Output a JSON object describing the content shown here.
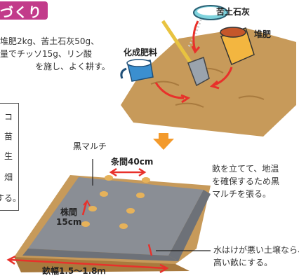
{
  "header": {
    "title_fragment": "づくり"
  },
  "intro": {
    "lines": [
      "堆肥2kg、苦土石灰50g、",
      "量でチッソ15g、リン酸",
      "を施し、よく耕す。"
    ]
  },
  "side_panel": {
    "chars": [
      "コ",
      "苗",
      "生",
      "畑",
      "する。"
    ]
  },
  "illustration_top": {
    "labels": {
      "lime": "苦土石灰",
      "compost": "堆肥",
      "fertilizer": "化成肥料"
    }
  },
  "illustration_bottom": {
    "labels": {
      "mulch": "黒マルチ",
      "row_spacing": "条間40cm",
      "plant_spacing_line1": "株間",
      "plant_spacing_line2": "15cm",
      "bed_width": "畝幅1.5～1.8ｍ"
    },
    "notes": {
      "mulch_note": [
        "畝を立てて、地温",
        "を確保するため黒",
        "マルチを張る。"
      ],
      "drainage_note": [
        "水はけが悪い土壌なら、",
        "高い畝にする。"
      ]
    }
  },
  "colors": {
    "banner": "#c23b8a",
    "arrow_red": "#e8312b",
    "arrow_orange": "#f39a2c",
    "soil": "#c79a5a",
    "mulch": "#8a8e95",
    "seed": "#e6b25a"
  }
}
